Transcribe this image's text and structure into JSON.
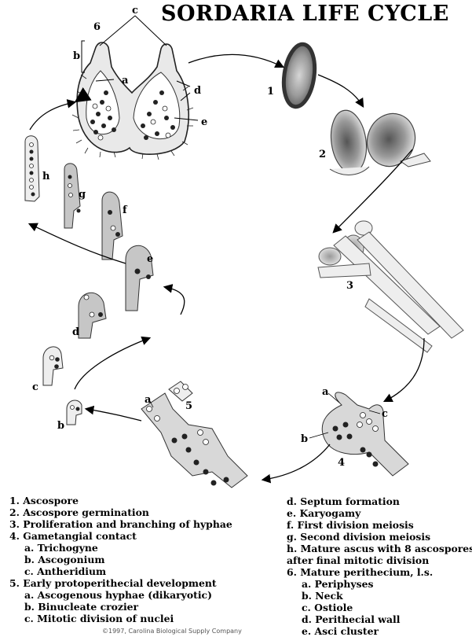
{
  "title": "SORDARIA LIFE CYCLE",
  "diagram_labels": {
    "stage1": "1",
    "stage2": "2",
    "stage3": "3",
    "stage4": "4",
    "stage5": "5",
    "stage6": "6",
    "s6a": "a",
    "s6b": "b",
    "s6c": "c",
    "s6d": "d",
    "s6e": "e",
    "sh": "h",
    "sg": "g",
    "sf": "f",
    "se": "e",
    "sd": "d",
    "sc": "c",
    "sb": "b",
    "s4a": "a",
    "s4b": "b",
    "s4c": "c",
    "s5a": "a"
  },
  "legend_left": [
    {
      "text": "1.  Ascospore",
      "indent": false
    },
    {
      "text": "2.  Ascospore germination",
      "indent": false
    },
    {
      "text": "3.  Proliferation and branching of hyphae",
      "indent": false
    },
    {
      "text": "4.  Gametangial contact",
      "indent": false
    },
    {
      "text": "a. Trichogyne",
      "indent": true
    },
    {
      "text": "b. Ascogonium",
      "indent": true
    },
    {
      "text": "c. Antheridium",
      "indent": true
    },
    {
      "text": "5.  Early protoperithecial development",
      "indent": false
    },
    {
      "text": "a. Ascogenous hyphae (dikaryotic)",
      "indent": true
    },
    {
      "text": "b. Binucleate crozier",
      "indent": true
    },
    {
      "text": "c. Mitotic division of nuclei",
      "indent": true
    }
  ],
  "legend_right": [
    {
      "text": "d. Septum formation",
      "indent": false
    },
    {
      "text": "e. Karyogamy",
      "indent": false
    },
    {
      "text": "f. First division meiosis",
      "indent": false
    },
    {
      "text": "g. Second division meiosis",
      "indent": false
    },
    {
      "text": "h. Mature ascus with 8 ascospores",
      "indent": false
    },
    {
      "text": "    after final mitotic division",
      "indent": false
    },
    {
      "text": "6.  Mature perithecium, l.s.",
      "indent": false
    },
    {
      "text": "a. Periphyses",
      "indent": true
    },
    {
      "text": "b. Neck",
      "indent": true
    },
    {
      "text": "c. Ostiole",
      "indent": true
    },
    {
      "text": "d. Perithecial wall",
      "indent": true
    },
    {
      "text": "e. Asci cluster",
      "indent": true
    }
  ],
  "credit": "©1997, Carolina Biological Supply Company"
}
